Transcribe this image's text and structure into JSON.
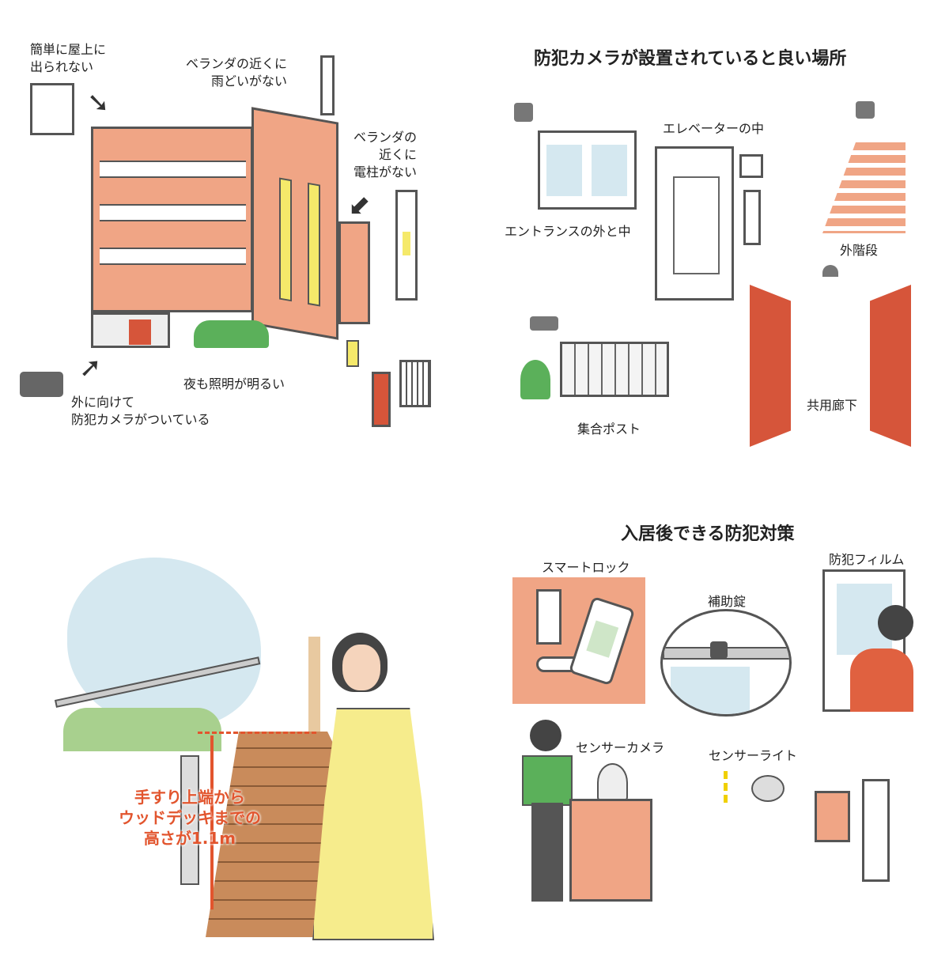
{
  "panel1": {
    "labels": {
      "rooftop": "簡単に屋上に\n出られない",
      "gutter": "ベランダの近くに\n雨どいがない",
      "pole": "ベランダの\n近くに\n電柱がない",
      "lighting": "夜も照明が明るい",
      "camera": "外に向けて\n防犯カメラがついている"
    }
  },
  "panel2": {
    "title": "防犯カメラが設置されていると良い場所",
    "labels": {
      "entrance": "エントランスの外と中",
      "elevator": "エレベーターの中",
      "stairs": "外階段",
      "mailbox": "集合ポスト",
      "corridor": "共用廊下"
    }
  },
  "panel3": {
    "note": "手すり上端から\nウッドデッキまでの\n高さが1.1m"
  },
  "panel4": {
    "title": "入居後できる防犯対策",
    "labels": {
      "smartlock": "スマートロック",
      "film": "防犯フィルム",
      "auxlock": "補助錠",
      "sensorcam": "センサーカメラ",
      "sensorlight": "センサーライト"
    }
  },
  "colors": {
    "building": "#f0a585",
    "door": "#d6553a",
    "light": "#f5e96a",
    "sky": "#d5e8f0",
    "wood": "#c98b5b",
    "note": "#e2552e"
  }
}
